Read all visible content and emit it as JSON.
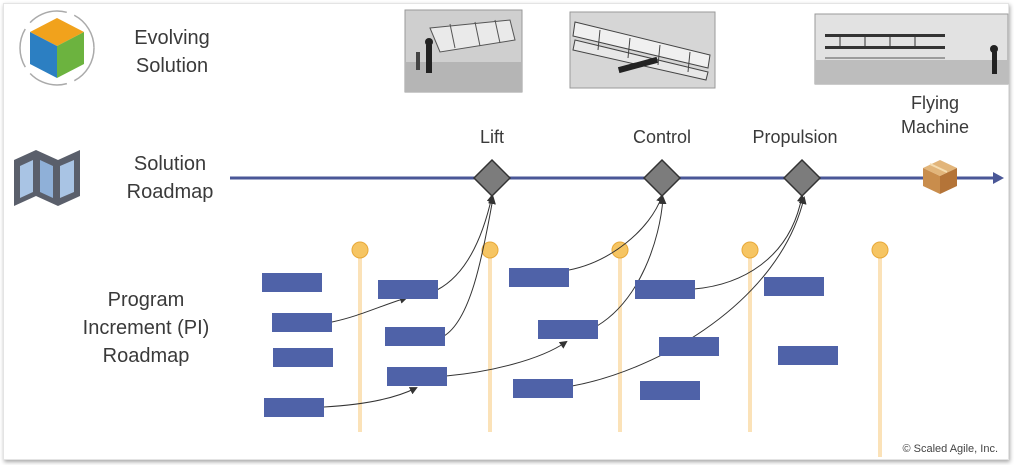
{
  "labels": {
    "evolving": "Evolving\nSolution",
    "solution_roadmap": "Solution\nRoadmap",
    "pi_roadmap": "Program\nIncrement (PI)\nRoadmap"
  },
  "milestones": [
    "Lift",
    "Control",
    "Propulsion",
    "Flying\nMachine"
  ],
  "copyright": "© Scaled Agile, Inc.",
  "colors": {
    "roadmap": "#4a5797",
    "bar": "#4f62a8",
    "diamond": "#7c7c7c",
    "pi_line": "#fbe2b8",
    "pi_dot": "#f6c563",
    "photo_bg": "#c9c9c9"
  },
  "icons": [
    "safe-cube-icon",
    "map-icon",
    "package-icon"
  ]
}
